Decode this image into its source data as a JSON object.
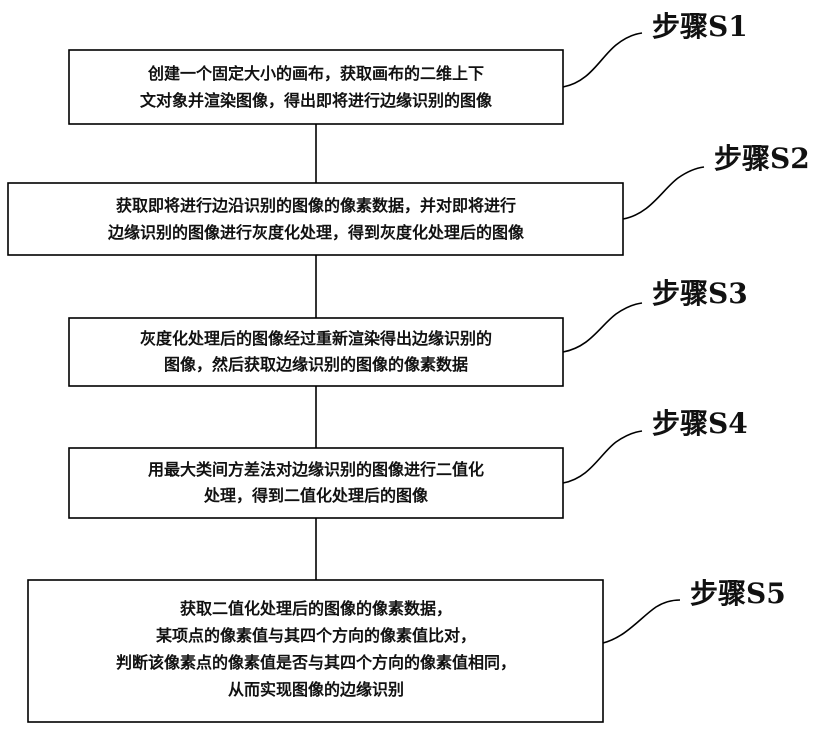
{
  "steps": [
    {
      "label": "步骤S1",
      "lines": [
        "创建一个固定大小的画布，获取画布的二维上下",
        "文对象并渲染图像，得出即将进行边缘识别的图像"
      ]
    },
    {
      "label": "步骤S2",
      "lines": [
        "获取即将进行边沿识别的图像的像素数据，并对即将进行",
        "边缘识别的图像进行灰度化处理，得到灰度化处理后的图像"
      ]
    },
    {
      "label": "步骤S3",
      "lines": [
        "灰度化处理后的图像经过重新渲染得出边缘识别的",
        "图像，然后获取边缘识别的图像的像素数据"
      ]
    },
    {
      "label": "步骤S4",
      "lines": [
        "用最大类间方差法对边缘识别的图像进行二值化",
        "处理，得到二值化处理后的图像"
      ]
    },
    {
      "label": "步骤S5",
      "lines": [
        "获取二值化处理后的图像的像素数据，",
        "某项点的像素值与其四个方向的像素值比对，",
        "判断该像素点的像素值是否与其四个方向的像素值相同，",
        "从而实现图像的边缘识别"
      ]
    }
  ]
}
